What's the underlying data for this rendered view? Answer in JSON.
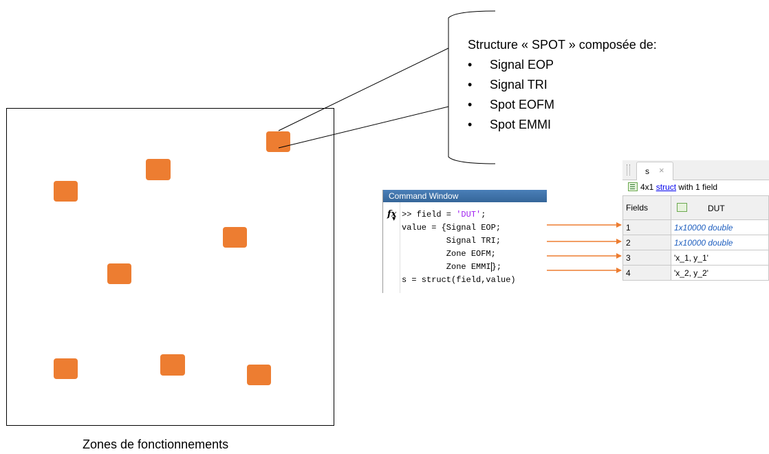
{
  "zone": {
    "caption": "Zones de fonctionnements",
    "spot_count": 8
  },
  "structure": {
    "title": "Structure « SPOT » composée de:",
    "bullet": "•",
    "items": [
      "Signal EOP",
      "Signal TRI",
      "Spot EOFM",
      "Spot EMMI"
    ]
  },
  "command_window": {
    "title": "Command Window",
    "fx_label": "fx",
    "lines": {
      "l1_prefix": ">> field = ",
      "l1_string": "'DUT'",
      "l1_suffix": ";",
      "l2": "value = {Signal EOP;",
      "l3": "         Signal TRI;",
      "l4": "         Zone EOFM;",
      "l5_a": "         Zone EMMI",
      "l5_b": "};",
      "l6": "s = struct(field,value)"
    }
  },
  "variable_editor": {
    "tab_label": "s",
    "tab_close": "×",
    "summary_prefix": "4x1 ",
    "summary_link": "struct",
    "summary_suffix": " with 1 field",
    "column_header_fields": "Fields",
    "column_header_dut": "DUT",
    "rows": [
      {
        "index": "1",
        "value": "1x10000 double"
      },
      {
        "index": "2",
        "value": "1x10000 double"
      },
      {
        "index": "3",
        "value": "'x_1, y_1'"
      },
      {
        "index": "4",
        "value": "'x_2, y_2'"
      }
    ]
  },
  "colors": {
    "spot": "#ed7d31",
    "arrow": "#ed7d31",
    "command_title_bar": "#3a6ea5",
    "string_literal": "#a020f0",
    "double_value": "#1f5fbf"
  }
}
